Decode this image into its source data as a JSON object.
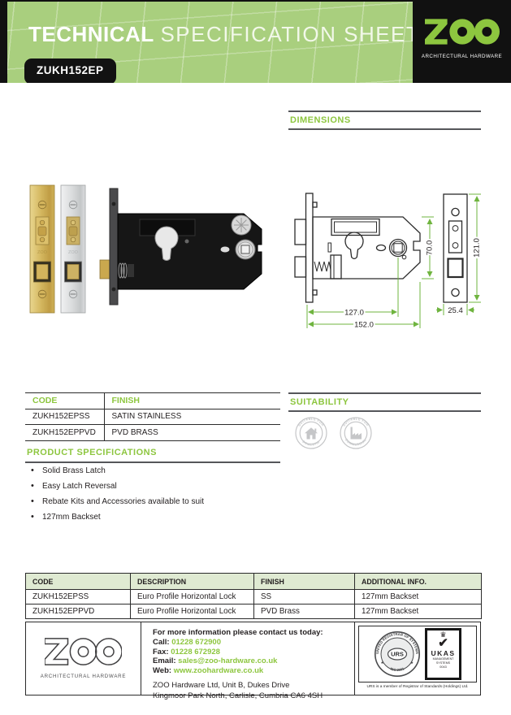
{
  "colors": {
    "brand_green": "#8dc63f",
    "band_green": "#a9cf7e",
    "table_header_bg": "#dfead2",
    "dimension_line_green": "#6fb43f",
    "badge_gray": "#c5c6c8"
  },
  "header": {
    "title_bold": "TECHNICAL",
    "title_light": "SPECIFICATION SHEET",
    "product_code": "ZUKH152EP",
    "logo_name": "ZOO",
    "logo_tagline": "ARCHITECTURAL HARDWARE"
  },
  "dimensions_section": {
    "heading": "DIMENSIONS",
    "labels": {
      "backset": "127.0",
      "case_length": "152.0",
      "case_height": "70.0",
      "faceplate_height": "121.0",
      "faceplate_width": "25.4"
    }
  },
  "code_finish_table": {
    "headers": [
      "CODE",
      "FINISH"
    ],
    "rows": [
      [
        "ZUKH152EPSS",
        "SATIN STAINLESS"
      ],
      [
        "ZUKH152EPPVD",
        "PVD BRASS"
      ]
    ]
  },
  "product_specifications": {
    "heading": "PRODUCT SPECIFICATIONS",
    "bullets": [
      "Solid Brass Latch",
      "Easy Latch Reversal",
      "Rebate Kits and Accessories available to suit",
      "127mm Backset"
    ]
  },
  "suitability": {
    "heading": "SUITABILITY",
    "badges": [
      {
        "arc_top": "SUITABLE FOR",
        "arc_bottom": "DOMESTIC",
        "icon": "house-icon"
      },
      {
        "arc_top": "SUITABLE FOR",
        "arc_bottom": "COMMERCIAL",
        "icon": "factory-icon"
      }
    ]
  },
  "summary_table": {
    "headers": [
      "CODE",
      "DESCRIPTION",
      "FINISH",
      "ADDITIONAL INFO."
    ],
    "rows": [
      [
        "ZUKH152EPSS",
        "Euro Profile Horizontal Lock",
        "SS",
        "127mm Backset"
      ],
      [
        "ZUKH152EPPVD",
        "Euro Profile Horizontal Lock",
        "PVD Brass",
        "127mm Backset"
      ]
    ]
  },
  "footer": {
    "logo_name": "ZOO",
    "logo_tagline": "ARCHITECTURAL HARDWARE",
    "contact_intro": "For more information please contact us today:",
    "call_label": "Call:",
    "call_value": "01228 672900",
    "fax_label": "Fax:",
    "fax_value": "01228 672928",
    "email_label": "Email:",
    "email_value": "sales@zoo-hardware.co.uk",
    "web_label": "Web:",
    "web_value": "www.zoohardware.co.uk",
    "address_line1": "ZOO Hardware Ltd, Unit B, Dukes Drive",
    "address_line2": "Kingmoor Park North, Carlisle, Cumbria CA6 4SH",
    "certifications": {
      "urs_arc_top": "UNITED REGISTRAR OF SYSTEMS",
      "urs_center": "URS",
      "urs_arc_bottom": "ISO 9001",
      "ukas_crown": "♛",
      "ukas_check": "✔",
      "ukas_name": "UKAS",
      "ukas_line1": "MANAGEMENT",
      "ukas_line2": "SYSTEMS",
      "ukas_number": "0043",
      "caption": "URS is a member of Registrar of Standards (Holdings) Ltd."
    }
  }
}
